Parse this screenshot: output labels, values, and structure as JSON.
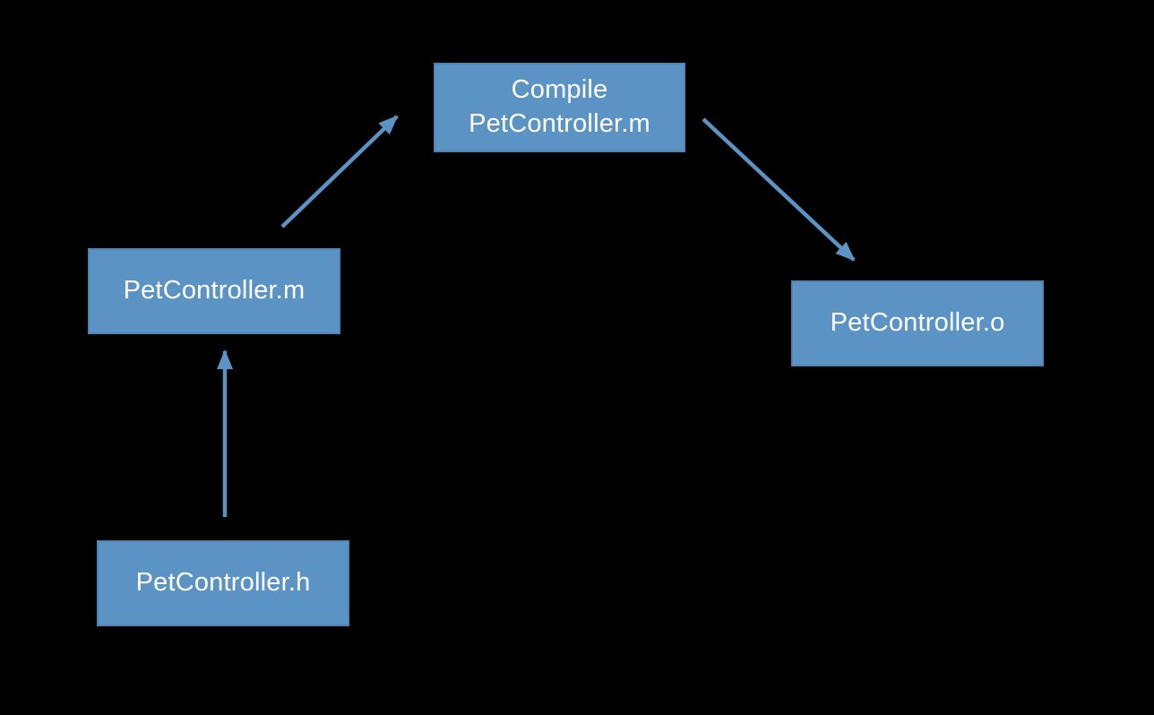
{
  "diagram": {
    "nodes": [
      {
        "id": "compile-petcontroller-m",
        "label": "Compile\nPetController.m"
      },
      {
        "id": "petcontroller-m",
        "label": "PetController.m"
      },
      {
        "id": "petcontroller-o",
        "label": "PetController.o"
      },
      {
        "id": "petcontroller-h",
        "label": "PetController.h"
      }
    ],
    "edges": [
      {
        "from": "PetController.h",
        "to": "PetController.m",
        "direction": "up"
      },
      {
        "from": "PetController.m",
        "to": "Compile PetController.m",
        "direction": "up-right"
      },
      {
        "from": "Compile PetController.m",
        "to": "PetController.o",
        "direction": "down-right"
      }
    ]
  },
  "colors": {
    "background": "#000000",
    "node_fill": "#5b94c4",
    "node_border": "#4d86b4",
    "node_text": "#ffffff",
    "arrow": "#5b94c4"
  }
}
